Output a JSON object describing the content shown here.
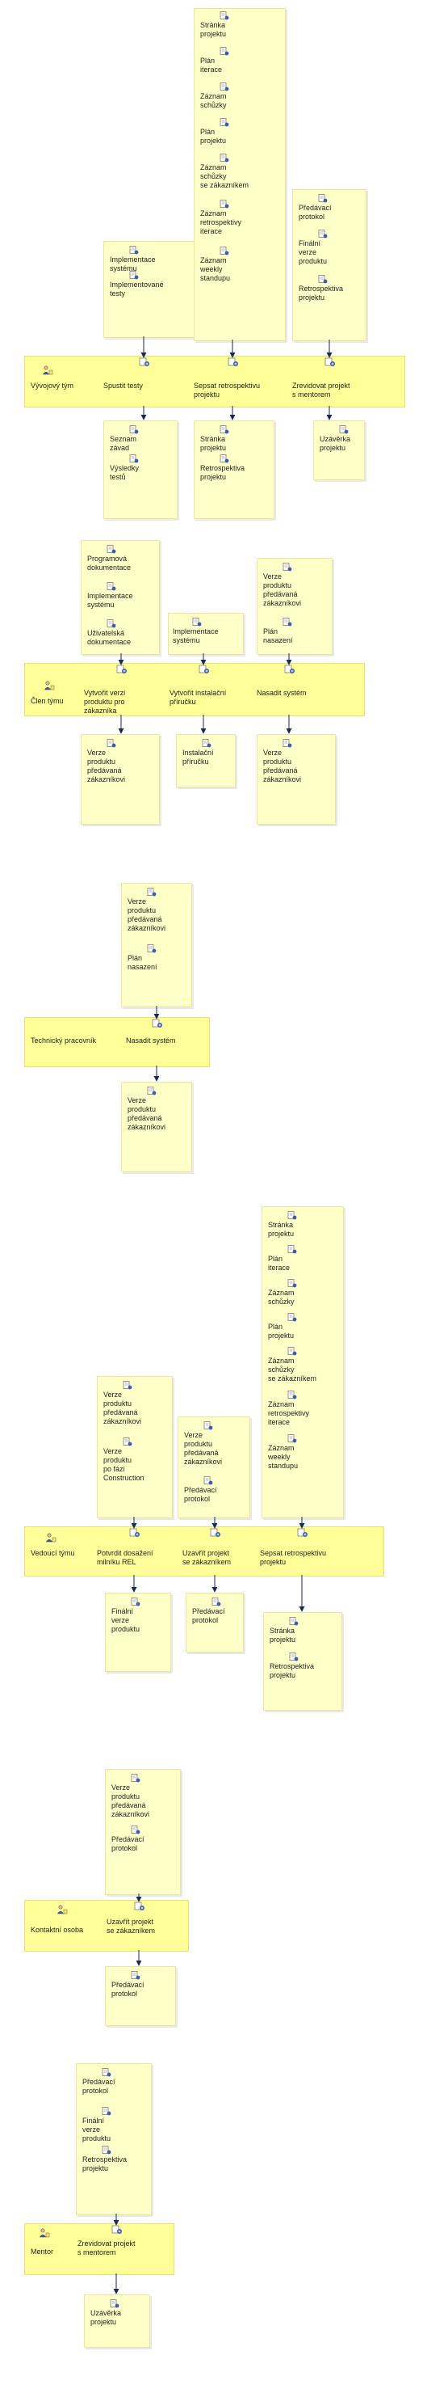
{
  "diagrams": [
    {
      "role": "Vývojový tým",
      "tasks": [
        {
          "label": "Spustit testy",
          "inputs": [
            "Implementace\nsystému",
            "Implementované\ntesty"
          ],
          "outputs": [
            "Seznam\nzávad",
            "Výsledky\ntestů"
          ]
        },
        {
          "label": "Sepsat retrospektivu\nprojektu",
          "inputs": [
            "Stránka\nprojektu",
            "Plán\niterace",
            "Záznam\nschůzky",
            "Plán\nprojektu",
            "Záznam\nschůzky\nse zákazníkem",
            "Záznam\nretrospektivy\niterace",
            "Záznam\nweekly\nstandupu"
          ],
          "outputs": [
            "Stránka\nprojektu",
            "Retrospektiva\nprojektu"
          ]
        },
        {
          "label": "Zrevidovat projekt\ns mentorem",
          "inputs": [
            "Předávací\nprotokol",
            "Finální\nverze\nproduktu",
            "Retrospektiva\nprojektu"
          ],
          "outputs": [
            "Uzávěrka\nprojektu"
          ]
        }
      ]
    },
    {
      "role": "Člen týmu",
      "tasks": [
        {
          "label": "Vytvořit verzi\nproduktu pro\nzákazníka",
          "inputs": [
            "Programová\ndokumentace",
            "Implementace\nsystému",
            "Uživatelská\ndokumentace"
          ],
          "outputs": [
            "Verze\nproduktu\npředávaná\nzákazníkovi"
          ]
        },
        {
          "label": "Vytvořit instalační\npříručku",
          "inputs": [
            "Implementace\nsystému"
          ],
          "outputs": [
            "Instalační\npříručku"
          ]
        },
        {
          "label": "Nasadit systém",
          "inputs": [
            "Verze\nproduktu\npředávaná\nzákazníkovi",
            "Plán\nnasazení"
          ],
          "outputs": [
            "Verze\nproduktu\npředávaná\nzákazníkovi"
          ]
        }
      ]
    },
    {
      "role": "Technický pracovník",
      "tasks": [
        {
          "label": "Nasadit systém",
          "inputs": [
            "Verze\nproduktu\npředávaná\nzákazníkovi",
            "Plán\nnasazení"
          ],
          "outputs": [
            "Verze\nproduktu\npředávaná\nzákazníkovi"
          ]
        }
      ]
    },
    {
      "role": "Vedoucí týmu",
      "tasks": [
        {
          "label": "Potvrdit dosažení\nmilníku REL",
          "inputs": [
            "Verze\nproduktu\npředávaná\nzákazníkovi",
            "Verze\nproduktu\npo fázi\nConstruction"
          ],
          "outputs": [
            "Finální\nverze\nproduktu"
          ]
        },
        {
          "label": "Uzavřít projekt\nse zákazníkem",
          "inputs": [
            "Verze\nproduktu\npředávaná\nzákazníkovi",
            "Předávací\nprotokol"
          ],
          "outputs": [
            "Předávací\nprotokol"
          ]
        },
        {
          "label": "Sepsat retrospektivu\nprojektu",
          "inputs": [
            "Stránka\nprojektu",
            "Plán\niterace",
            "Záznam\nschůzky",
            "Plán\nprojektu",
            "Záznam\nschůzky\nse zákazníkem",
            "Záznam\nretrospektivy\niterace",
            "Záznam\nweekly\nstandupu"
          ],
          "outputs": [
            "Stránka\nprojektu",
            "Retrospektiva\nprojektu"
          ]
        }
      ]
    },
    {
      "role": "Kontaktní osoba",
      "tasks": [
        {
          "label": "Uzavřít projekt\nse zákazníkem",
          "inputs": [
            "Verze\nproduktu\npředávaná\nzákazníkovi",
            "Předávací\nprotokol"
          ],
          "outputs": [
            "Předávací\nprotokol"
          ]
        }
      ]
    },
    {
      "role": "Mentor",
      "tasks": [
        {
          "label": "Zrevidovat projekt\ns mentorem",
          "inputs": [
            "Předávací\nprotokol",
            "Finální\nverze\nproduktu",
            "Retrospektiva\nprojektu"
          ],
          "outputs": [
            "Uzávěrka\nprojektu"
          ]
        }
      ]
    }
  ],
  "colors": {
    "band": "#ffff99",
    "artifact_box": "#ffffc8",
    "arrow": "#1a2a5a",
    "icon_blue": "#3a5fb0"
  },
  "icons": {
    "artifact": "document-icon",
    "role": "role-icon",
    "task": "task-icon"
  }
}
